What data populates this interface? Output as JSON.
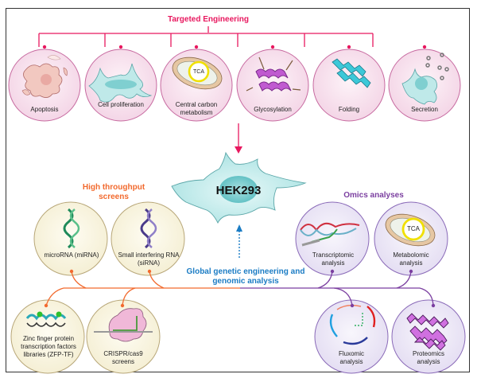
{
  "colors": {
    "targeted": "#e8185f",
    "screens": "#f26a2e",
    "omics": "#7b3fa0",
    "global": "#1b7cc4",
    "pink_circle_fill": "#f8e3ef",
    "pink_circle_stroke": "#c76aa0",
    "beige_circle_fill": "#fbf7e6",
    "beige_circle_stroke": "#b8a779",
    "purple_circle_fill": "#eeeaf7",
    "purple_circle_stroke": "#8a6ab8"
  },
  "targeted": {
    "title": "Targeted Engineering",
    "items": [
      {
        "label": "Apoptosis",
        "icon": "apoptotic-cell-icon"
      },
      {
        "label": "Cell proliferation",
        "icon": "dividing-cell-icon"
      },
      {
        "label": "Central carbon metabolism",
        "icon": "mitochondrion-tca-icon",
        "badge": "TCA"
      },
      {
        "label": "Glycosylation",
        "icon": "glycoprotein-icon"
      },
      {
        "label": "Folding",
        "icon": "protein-helix-icon"
      },
      {
        "label": "Secretion",
        "icon": "secreting-cell-icon"
      }
    ]
  },
  "center": {
    "cell_label": "HEK293"
  },
  "screens": {
    "title": "High throughput screens",
    "items": [
      {
        "label": "microRNA (miRNA)",
        "icon": "dna-helix-green-icon"
      },
      {
        "label": "Small interfering RNA (siRNA)",
        "icon": "dna-helix-purple-icon"
      },
      {
        "label": "Zinc finger protein transcription factors libraries (ZFP-TF)",
        "icon": "zinc-finger-icon"
      },
      {
        "label": "CRISPR/cas9 screens",
        "icon": "crispr-cas9-icon"
      }
    ]
  },
  "omics": {
    "title": "Omics analyses",
    "items": [
      {
        "label": "Transcriptomic analysis",
        "icon": "transcription-icon"
      },
      {
        "label": "Metabolomic analysis",
        "icon": "mitochondrion-tca-icon",
        "badge": "TCA"
      },
      {
        "label": "Fluxomic analysis",
        "icon": "flux-arrows-icon"
      },
      {
        "label": "Proteomics analysis",
        "icon": "protein-structure-icon"
      }
    ]
  },
  "global": {
    "title": "Global genetic engineering and genomic analysis"
  }
}
